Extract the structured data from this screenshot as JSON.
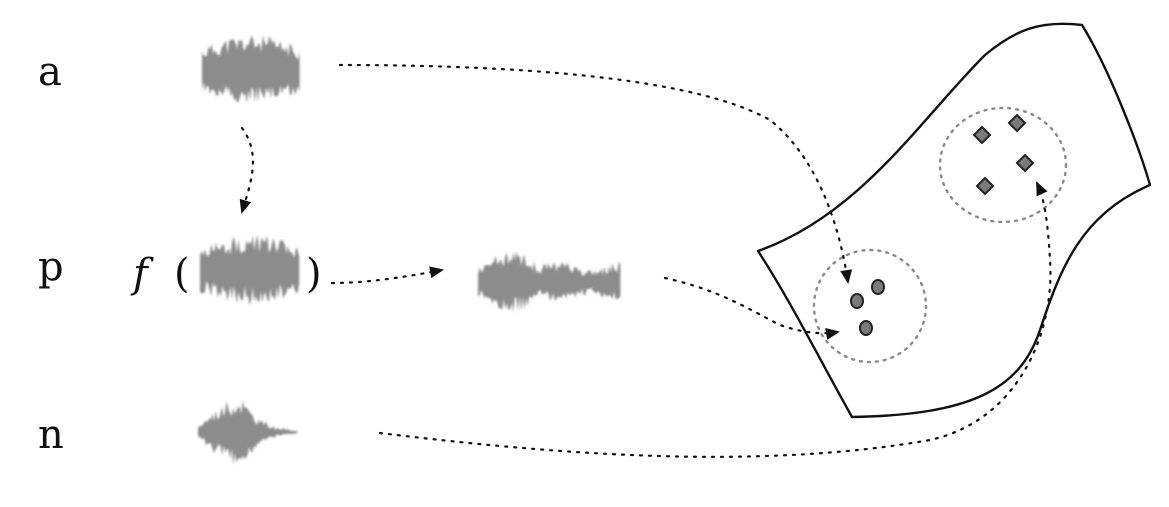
{
  "labels": {
    "anchor": "a",
    "positive": "p",
    "negative": "n"
  },
  "function": {
    "name": "f",
    "open_paren": "(",
    "close_paren": ")"
  },
  "colors": {
    "waveform": "#8c8c8c",
    "point_fill": "#7a7a7a",
    "stroke": "#111111",
    "cluster_outline": "#8a8a8a"
  },
  "icons": {
    "waveform": "audio-waveform-icon",
    "embedding_point": "circle-marker",
    "other_class_point": "diamond-marker"
  }
}
